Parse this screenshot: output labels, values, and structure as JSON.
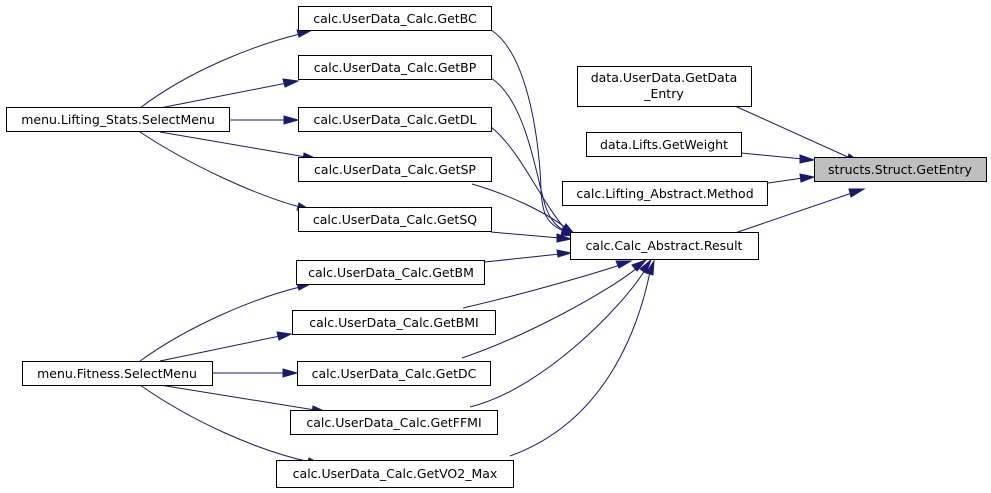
{
  "graph": {
    "focus_node": "structs.Struct.GetEntry",
    "nodes": {
      "getentry": "structs.Struct.GetEntry",
      "getdata_entry": [
        "data.UserData.GetData",
        "_Entry"
      ],
      "getweight": "data.Lifts.GetWeight",
      "method": "calc.Lifting_Abstract.Method",
      "result": "calc.Calc_Abstract.Result",
      "getbc": "calc.UserData_Calc.GetBC",
      "getbp": "calc.UserData_Calc.GetBP",
      "getdl": "calc.UserData_Calc.GetDL",
      "getsp": "calc.UserData_Calc.GetSP",
      "getsq": "calc.UserData_Calc.GetSQ",
      "getbm": "calc.UserData_Calc.GetBM",
      "getbmi": "calc.UserData_Calc.GetBMI",
      "getdc": "calc.UserData_Calc.GetDC",
      "getffmi": "calc.UserData_Calc.GetFFMI",
      "getvo2": "calc.UserData_Calc.GetVO2_Max",
      "lifting_selectmenu": "menu.Lifting_Stats.SelectMenu",
      "fitness_selectmenu": "menu.Fitness.SelectMenu"
    },
    "colors": {
      "edge": "#191970",
      "focus_fill": "#bfbfbf",
      "node_fill": "#ffffff",
      "node_border": "#000000"
    }
  }
}
